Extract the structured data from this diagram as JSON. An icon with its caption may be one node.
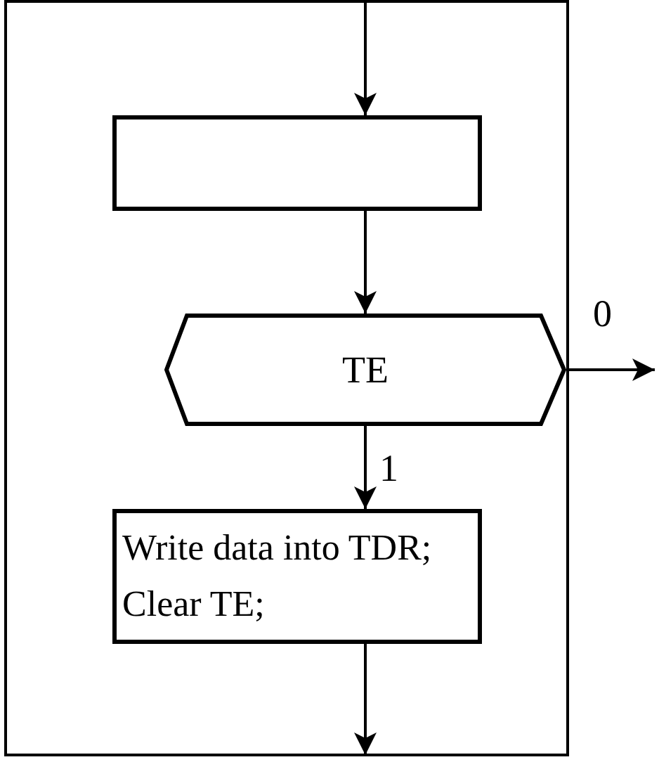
{
  "diagram": {
    "nodes": [
      {
        "text": [],
        "shape": "box"
      },
      {
        "text": [
          "TE"
        ]
      },
      {
        "text": [
          "Write data into TDR; Clear TE;"
        ]
      }
    ],
    "edges": [
      {
        "from": null,
        "to": 0,
        "arrow": "to"
      },
      {
        "from": 0,
        "to": 1,
        "arrow": "to"
      },
      {
        "from": 1,
        "to": null,
        "arrow": "to",
        "label": "0"
      },
      {
        "from": 1,
        "to": 2,
        "arrow": "to",
        "label": "1"
      },
      {
        "from": 2,
        "to": null,
        "arrow": "to"
      }
    ]
  }
}
